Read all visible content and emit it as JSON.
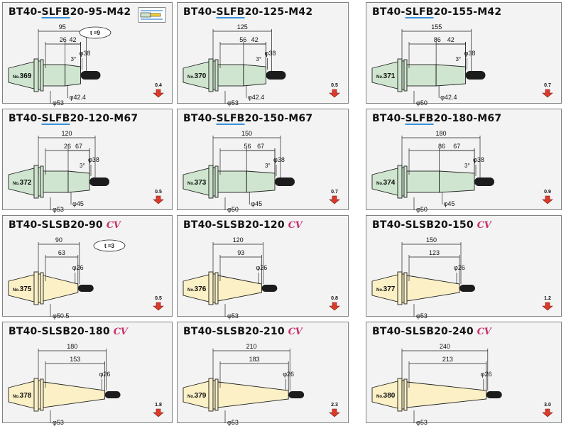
{
  "colors": {
    "green": "#cfe5cf",
    "cream": "#fbf0c6",
    "stroke": "#222222",
    "shaft": "#1c1c1c",
    "arrow": "#d93b2b"
  },
  "icons": {
    "weight": "down-arrow-icon",
    "thumbnail": "tool-thumbnail-icon"
  },
  "cards": [
    {
      "prefix": "BT40-",
      "mid": "SLFB",
      "suffix": "20-95-M42",
      "cv": "",
      "no_prefix": "No.",
      "no": "369",
      "dims": [
        "95",
        "26",
        "42",
        "3°",
        "φ38",
        "φ42.4",
        "φ53"
      ],
      "t_label": "t =9",
      "weight": "0.4"
    },
    {
      "prefix": "BT40-",
      "mid": "SLFB",
      "suffix": "20-125-M42",
      "cv": "",
      "no_prefix": "No.",
      "no": "370",
      "dims": [
        "125",
        "56",
        "42",
        "3°",
        "φ38",
        "φ42.4",
        "φ53"
      ],
      "t_label": "",
      "weight": "0.5"
    },
    {
      "prefix": "BT40-",
      "mid": "SLFB",
      "suffix": "20-155-M42",
      "cv": "",
      "no_prefix": "No.",
      "no": "371",
      "dims": [
        "155",
        "86",
        "42",
        "3°",
        "φ38",
        "φ42.4",
        "φ50"
      ],
      "t_label": "",
      "weight": "0.7"
    },
    {
      "prefix": "BT40-",
      "mid": "SLFB",
      "suffix": "20-120-M67",
      "cv": "",
      "no_prefix": "No.",
      "no": "372",
      "dims": [
        "120",
        "26",
        "67",
        "3°",
        "φ38",
        "φ45",
        "φ53"
      ],
      "t_label": "",
      "weight": "0.5"
    },
    {
      "prefix": "BT40-",
      "mid": "SLFB",
      "suffix": "20-150-M67",
      "cv": "",
      "no_prefix": "No.",
      "no": "373",
      "dims": [
        "150",
        "56",
        "67",
        "3°",
        "φ38",
        "φ45",
        "φ50"
      ],
      "t_label": "",
      "weight": "0.7"
    },
    {
      "prefix": "BT40-",
      "mid": "SLFB",
      "suffix": "20-180-M67",
      "cv": "",
      "no_prefix": "No.",
      "no": "374",
      "dims": [
        "180",
        "86",
        "67",
        "3°",
        "φ38",
        "φ45",
        "φ50"
      ],
      "t_label": "",
      "weight": "0.9"
    },
    {
      "prefix": "BT40-",
      "mid": "",
      "suffix": "SLSB20-90",
      "cv": "CV",
      "no_prefix": "No.",
      "no": "375",
      "dims": [
        "90",
        "63",
        "φ26",
        "φ50.5"
      ],
      "t_label": "t =3",
      "weight": "0.5"
    },
    {
      "prefix": "BT40-",
      "mid": "",
      "suffix": "SLSB20-120",
      "cv": "CV",
      "no_prefix": "No.",
      "no": "376",
      "dims": [
        "120",
        "93",
        "φ26",
        "φ53"
      ],
      "t_label": "",
      "weight": "0.8"
    },
    {
      "prefix": "BT40-",
      "mid": "",
      "suffix": "SLSB20-150",
      "cv": "CV",
      "no_prefix": "No.",
      "no": "377",
      "dims": [
        "150",
        "123",
        "φ26",
        "φ53"
      ],
      "t_label": "",
      "weight": "1.2"
    },
    {
      "prefix": "BT40-",
      "mid": "",
      "suffix": "SLSB20-180",
      "cv": "CV",
      "no_prefix": "No.",
      "no": "378",
      "dims": [
        "180",
        "153",
        "φ26",
        "φ53"
      ],
      "t_label": "",
      "weight": "1.8"
    },
    {
      "prefix": "BT40-",
      "mid": "",
      "suffix": "SLSB20-210",
      "cv": "CV",
      "no_prefix": "No.",
      "no": "379",
      "dims": [
        "210",
        "183",
        "φ26",
        "φ53"
      ],
      "t_label": "",
      "weight": "2.3"
    },
    {
      "prefix": "BT40-",
      "mid": "",
      "suffix": "SLSB20-240",
      "cv": "CV",
      "no_prefix": "No.",
      "no": "380",
      "dims": [
        "240",
        "213",
        "φ26",
        "φ53"
      ],
      "t_label": "",
      "weight": "3.0"
    }
  ]
}
